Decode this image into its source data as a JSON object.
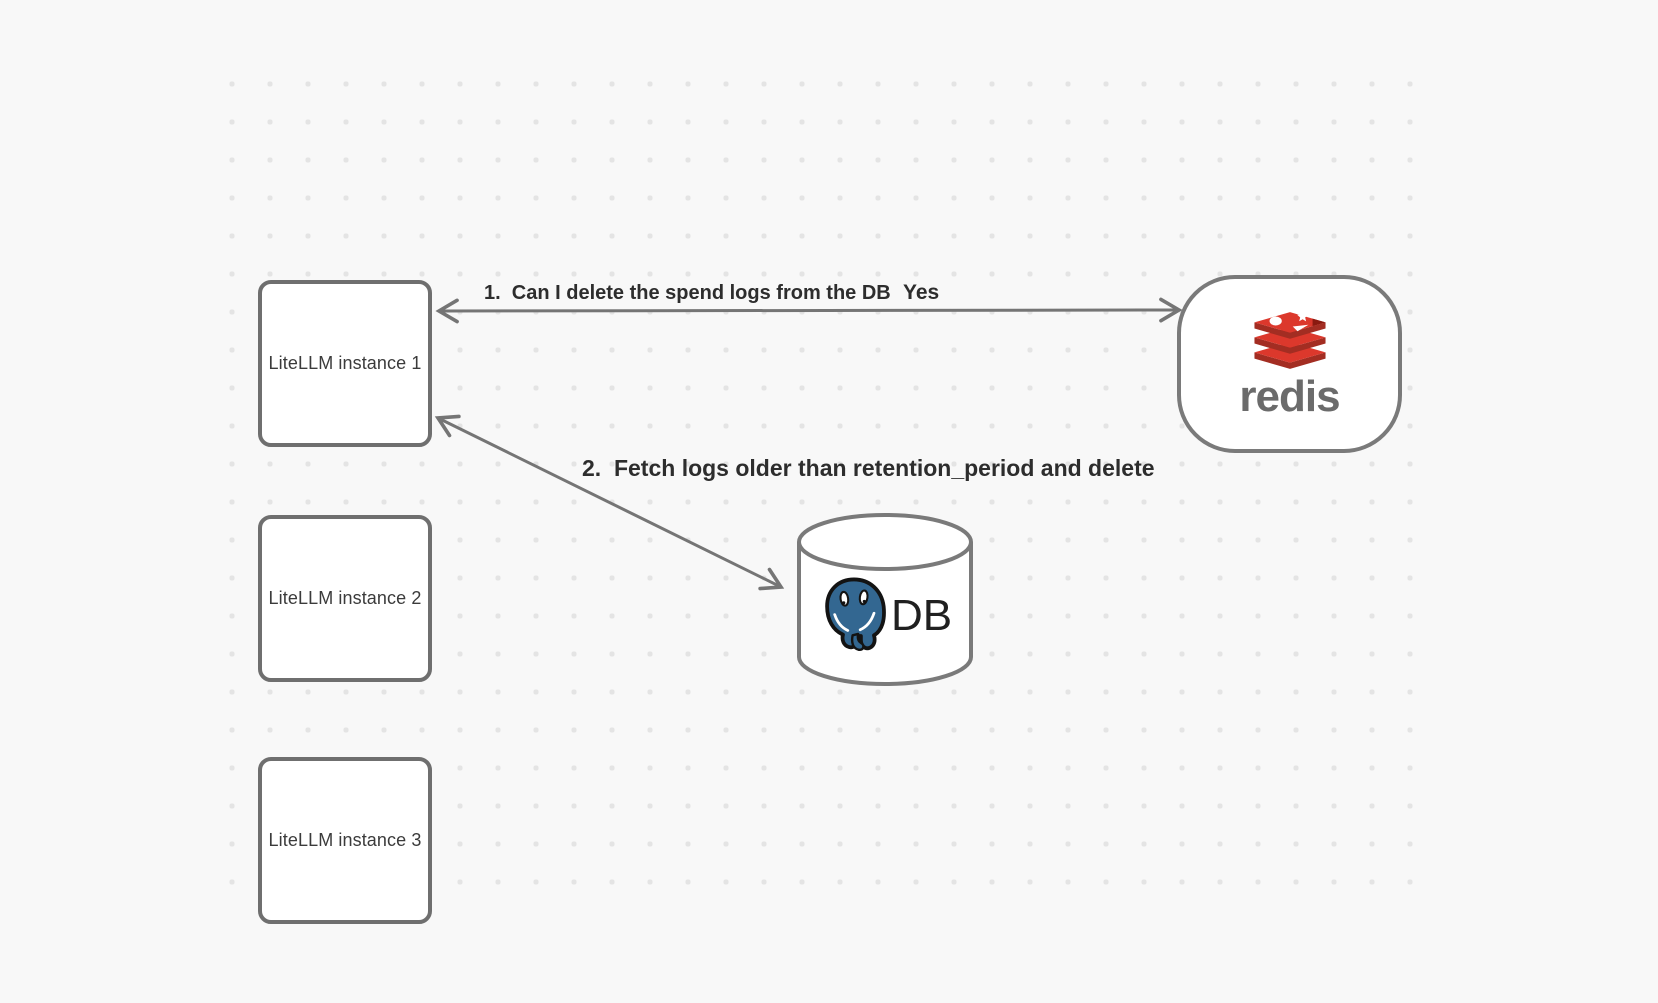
{
  "canvas": {
    "background_color": "#f8f8f8",
    "dot_color": "#e4e4e4",
    "stroke_gray": "#757575"
  },
  "nodes": {
    "instance1": {
      "label": "LiteLLM instance 1"
    },
    "instance2": {
      "label": "LiteLLM instance 2"
    },
    "instance3": {
      "label": "LiteLLM instance 3"
    },
    "redis": {
      "wordmark": "redis",
      "brand_red": "#dc382c",
      "brand_red_dark": "#a32d22"
    },
    "db": {
      "label": "DB",
      "postgres_blue": "#336791"
    }
  },
  "edges": [
    {
      "from": "LiteLLM instance 1",
      "to": "redis",
      "direction": "bidirectional",
      "label": "1.  Can I delete the spend logs from the DB",
      "response_label": "Yes"
    },
    {
      "from": "LiteLLM instance 1",
      "to": "DB",
      "direction": "bidirectional",
      "label": "2.  Fetch logs older than retention_period and delete"
    }
  ]
}
